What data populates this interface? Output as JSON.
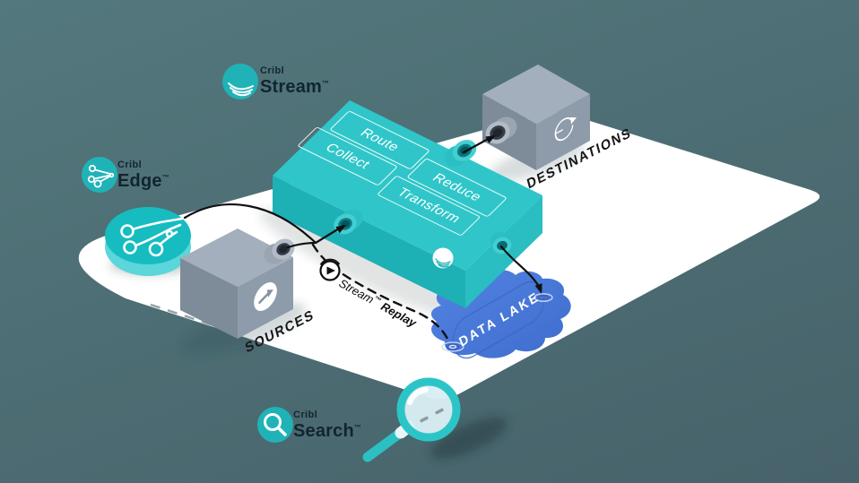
{
  "logos": {
    "stream": {
      "brand": "Cribl",
      "product": "Stream",
      "tm": "™"
    },
    "edge": {
      "brand": "Cribl",
      "product": "Edge",
      "tm": "™"
    },
    "search": {
      "brand": "Cribl",
      "product": "Search",
      "tm": "™"
    }
  },
  "stream_box": {
    "panels": [
      "Route",
      "Collect",
      "Reduce",
      "Transform"
    ]
  },
  "labels": {
    "sources": "SOURCES",
    "destinations": "DESTINATIONS",
    "data_lake": "DATA LAKE"
  },
  "replay": {
    "product": "Stream",
    "tm": "™",
    "action": "Replay"
  },
  "icons": {
    "stream_logo": "cribl-swoosh-in-circle",
    "edge_logo": "circuit-nodes-in-circle",
    "search_logo": "magnifier-in-circle",
    "destinations_cube": "circular-sync-arrow",
    "sources_cube": "up-right-arrow-in-circle",
    "replay_badge": "play-in-circle-with-loop",
    "illustration": "magnifying-glass"
  },
  "colors": {
    "background_top": "#53787d",
    "background_bottom": "#47626a",
    "platform": "#ffffff",
    "box_teal_top": "#30c6c9",
    "box_teal_left": "#1db0b5",
    "box_teal_right": "#2abdc1",
    "cube_gray_top": "#a3afbc",
    "cube_gray_left": "#7e8b99",
    "cube_gray_right": "#8e9baa",
    "lake_blue": "#4678d8",
    "brand_teal": "#1fb3b7",
    "line_black": "#101010"
  }
}
